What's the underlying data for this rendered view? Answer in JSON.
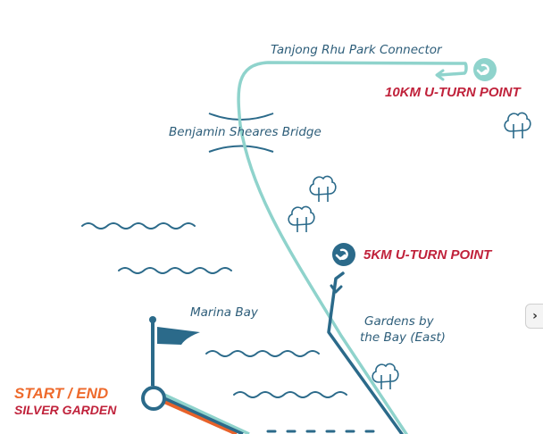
{
  "map": {
    "labels": {
      "park_connector": "Tanjong Rhu Park Connector",
      "bridge": "Benjamin Sheares Bridge",
      "marina_bay": "Marina Bay",
      "gardens_line1": "Gardens by",
      "gardens_line2": "the Bay (East)",
      "uturn_10k": "10KM U-TURN POINT",
      "uturn_5k": "5KM U-TURN POINT",
      "start_end": "START / END",
      "silver_garden": "SILVER GARDEN"
    },
    "colors": {
      "route_10k": "#8fd3cc",
      "route_5k": "#2b6a8a",
      "start_path": "#e8622a",
      "label_red": "#c0223b",
      "label_orange": "#ee6a2c",
      "text": "#2e5e7a"
    },
    "icons": [
      "uturn-icon",
      "tree-icon",
      "flag-icon",
      "wave-icon",
      "chevron-right-icon"
    ]
  },
  "nav": {
    "next_icon": "›"
  }
}
